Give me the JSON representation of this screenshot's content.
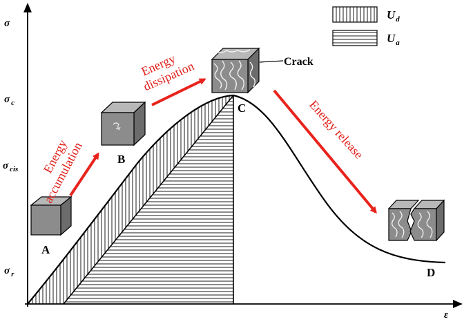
{
  "axes": {
    "y_symbol": "σ",
    "x_symbol": "ε",
    "y_ticks": [
      {
        "main": "σ",
        "sub": "c"
      },
      {
        "main": "σ",
        "sub": "cis"
      },
      {
        "main": "σ",
        "sub": "r"
      }
    ]
  },
  "points": {
    "A": "A",
    "B": "B",
    "C": "C",
    "D": "D"
  },
  "stages": {
    "accumulation": [
      "Energy",
      "accumulation"
    ],
    "dissipation": [
      "Energy",
      "dissipation"
    ],
    "release": "Energy release"
  },
  "crack_label": "Crack",
  "legend": {
    "ud": {
      "main": "U",
      "sub": "d"
    },
    "ua": {
      "main": "U",
      "sub": "a"
    }
  },
  "colors": {
    "arrow": "#e8231c",
    "cube_face": "#8c8c8c",
    "cube_top": "#b8b8b8",
    "cube_side": "#6c6c6c",
    "line": "#000000"
  }
}
